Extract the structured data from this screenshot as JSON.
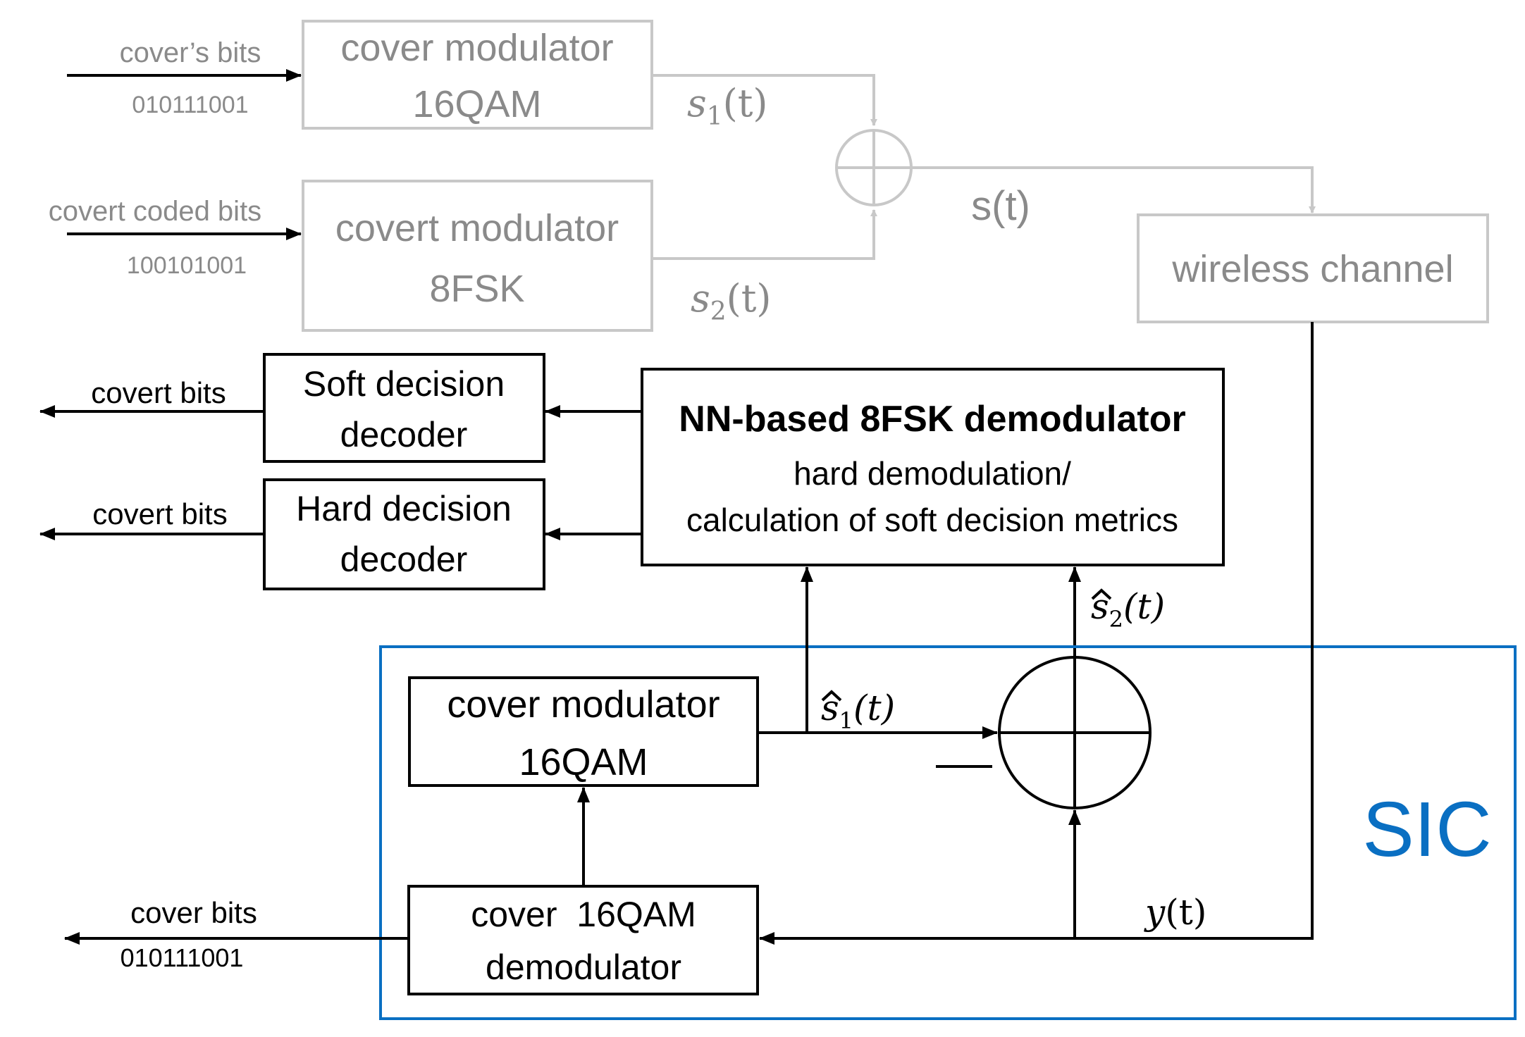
{
  "transmitter": {
    "cover_input_label": "cover’s bits",
    "cover_input_bits": "010111001",
    "cover_modulator_line1": "cover modulator",
    "cover_modulator_line2": "16QAM",
    "covert_input_label": "covert coded bits",
    "covert_input_bits": "100101001",
    "covert_modulator_line1": "covert modulator",
    "covert_modulator_line2": "8FSK",
    "s1_base": "s",
    "s1_sub": "1",
    "s1_arg": "(t)",
    "s2_base": "s",
    "s2_sub": "2",
    "s2_arg": "(t)",
    "sum_signal": "s(t)",
    "channel_label": "wireless channel"
  },
  "receiver": {
    "soft_output_label": "covert bits",
    "soft_decoder_line1": "Soft decision",
    "soft_decoder_line2": "decoder",
    "hard_output_label": "covert bits",
    "hard_decoder_line1": "Hard decision",
    "hard_decoder_line2": "decoder",
    "nn_title": "NN-based 8FSK demodulator",
    "nn_line2": "hard demodulation/",
    "nn_line3": "calculation of soft decision metrics",
    "s2hat_base": "s",
    "s2hat_sub": "2",
    "s2hat_arg": "(t)",
    "s1hat_base": "s",
    "s1hat_sub": "1",
    "s1hat_arg": "(t)",
    "sic_modulator_line1": "cover modulator",
    "sic_modulator_line2": "16QAM",
    "minus_sign": "—",
    "sic_label": "SIC",
    "demod_line1": "cover  16QAM",
    "demod_line2": "demodulator",
    "cover_output_label": "cover bits",
    "cover_output_bits": "010111001",
    "y_base": "y",
    "y_arg": "(t)"
  },
  "colors": {
    "transmitter": "#c8c8c8",
    "transmitter_text": "#8a8a8a",
    "receiver": "#000000",
    "sic": "#0a6fc2"
  }
}
